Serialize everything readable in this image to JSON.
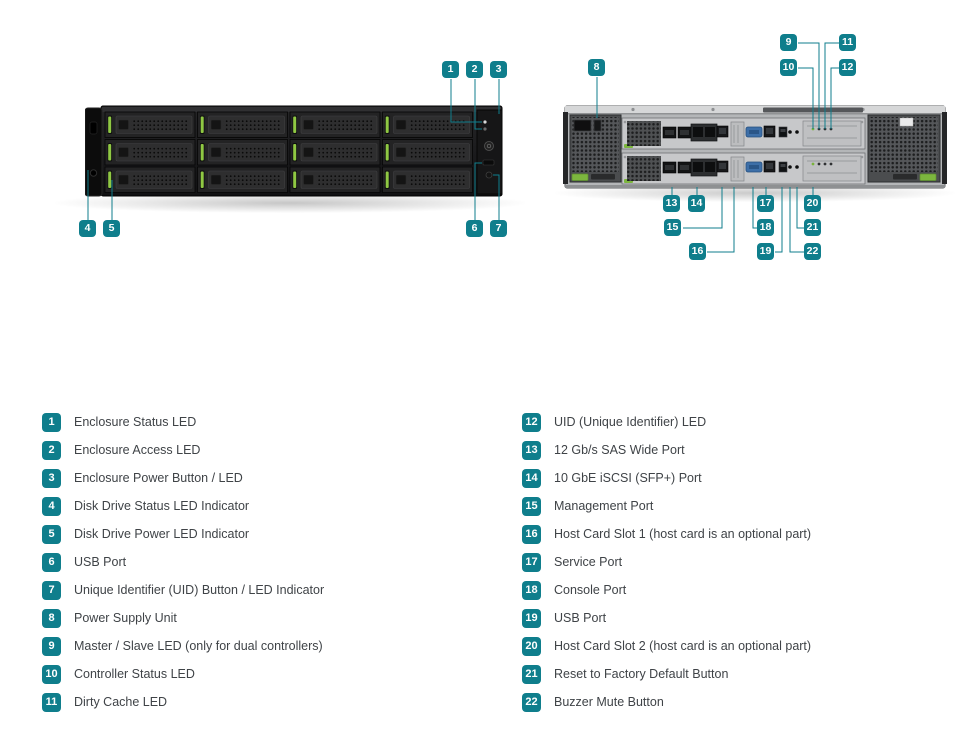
{
  "theme": {
    "badge_color": "#0f7e8c",
    "badge_text_color": "#ffffff",
    "callout_line_color": "#0f7e8c",
    "label_color": "#3f4347",
    "background": "#ffffff",
    "led_green": "#8fc843"
  },
  "legend": {
    "left": [
      {
        "num": "1",
        "label": "Enclosure Status LED"
      },
      {
        "num": "2",
        "label": "Enclosure Access LED"
      },
      {
        "num": "3",
        "label": "Enclosure Power Button / LED"
      },
      {
        "num": "4",
        "label": "Disk Drive Status LED Indicator"
      },
      {
        "num": "5",
        "label": "Disk Drive Power LED Indicator"
      },
      {
        "num": "6",
        "label": "USB Port"
      },
      {
        "num": "7",
        "label": "Unique Identifier (UID) Button / LED Indicator"
      },
      {
        "num": "8",
        "label": "Power Supply Unit"
      },
      {
        "num": "9",
        "label": "Master / Slave LED (only for dual controllers)"
      },
      {
        "num": "10",
        "label": "Controller Status LED"
      },
      {
        "num": "11",
        "label": "Dirty Cache LED"
      }
    ],
    "right": [
      {
        "num": "12",
        "label": "UID (Unique Identifier) LED"
      },
      {
        "num": "13",
        "label": "12 Gb/s SAS Wide Port"
      },
      {
        "num": "14",
        "label": "10 GbE iSCSI (SFP+) Port"
      },
      {
        "num": "15",
        "label": "Management Port"
      },
      {
        "num": "16",
        "label": "Host Card Slot 1 (host card is an optional part)"
      },
      {
        "num": "17",
        "label": "Service Port"
      },
      {
        "num": "18",
        "label": "Console Port"
      },
      {
        "num": "19",
        "label": "USB Port"
      },
      {
        "num": "20",
        "label": "Host Card Slot 2 (host card is an optional part)"
      },
      {
        "num": "21",
        "label": "Reset to Factory Default Button"
      },
      {
        "num": "22",
        "label": "Buzzer Mute Button"
      }
    ]
  }
}
